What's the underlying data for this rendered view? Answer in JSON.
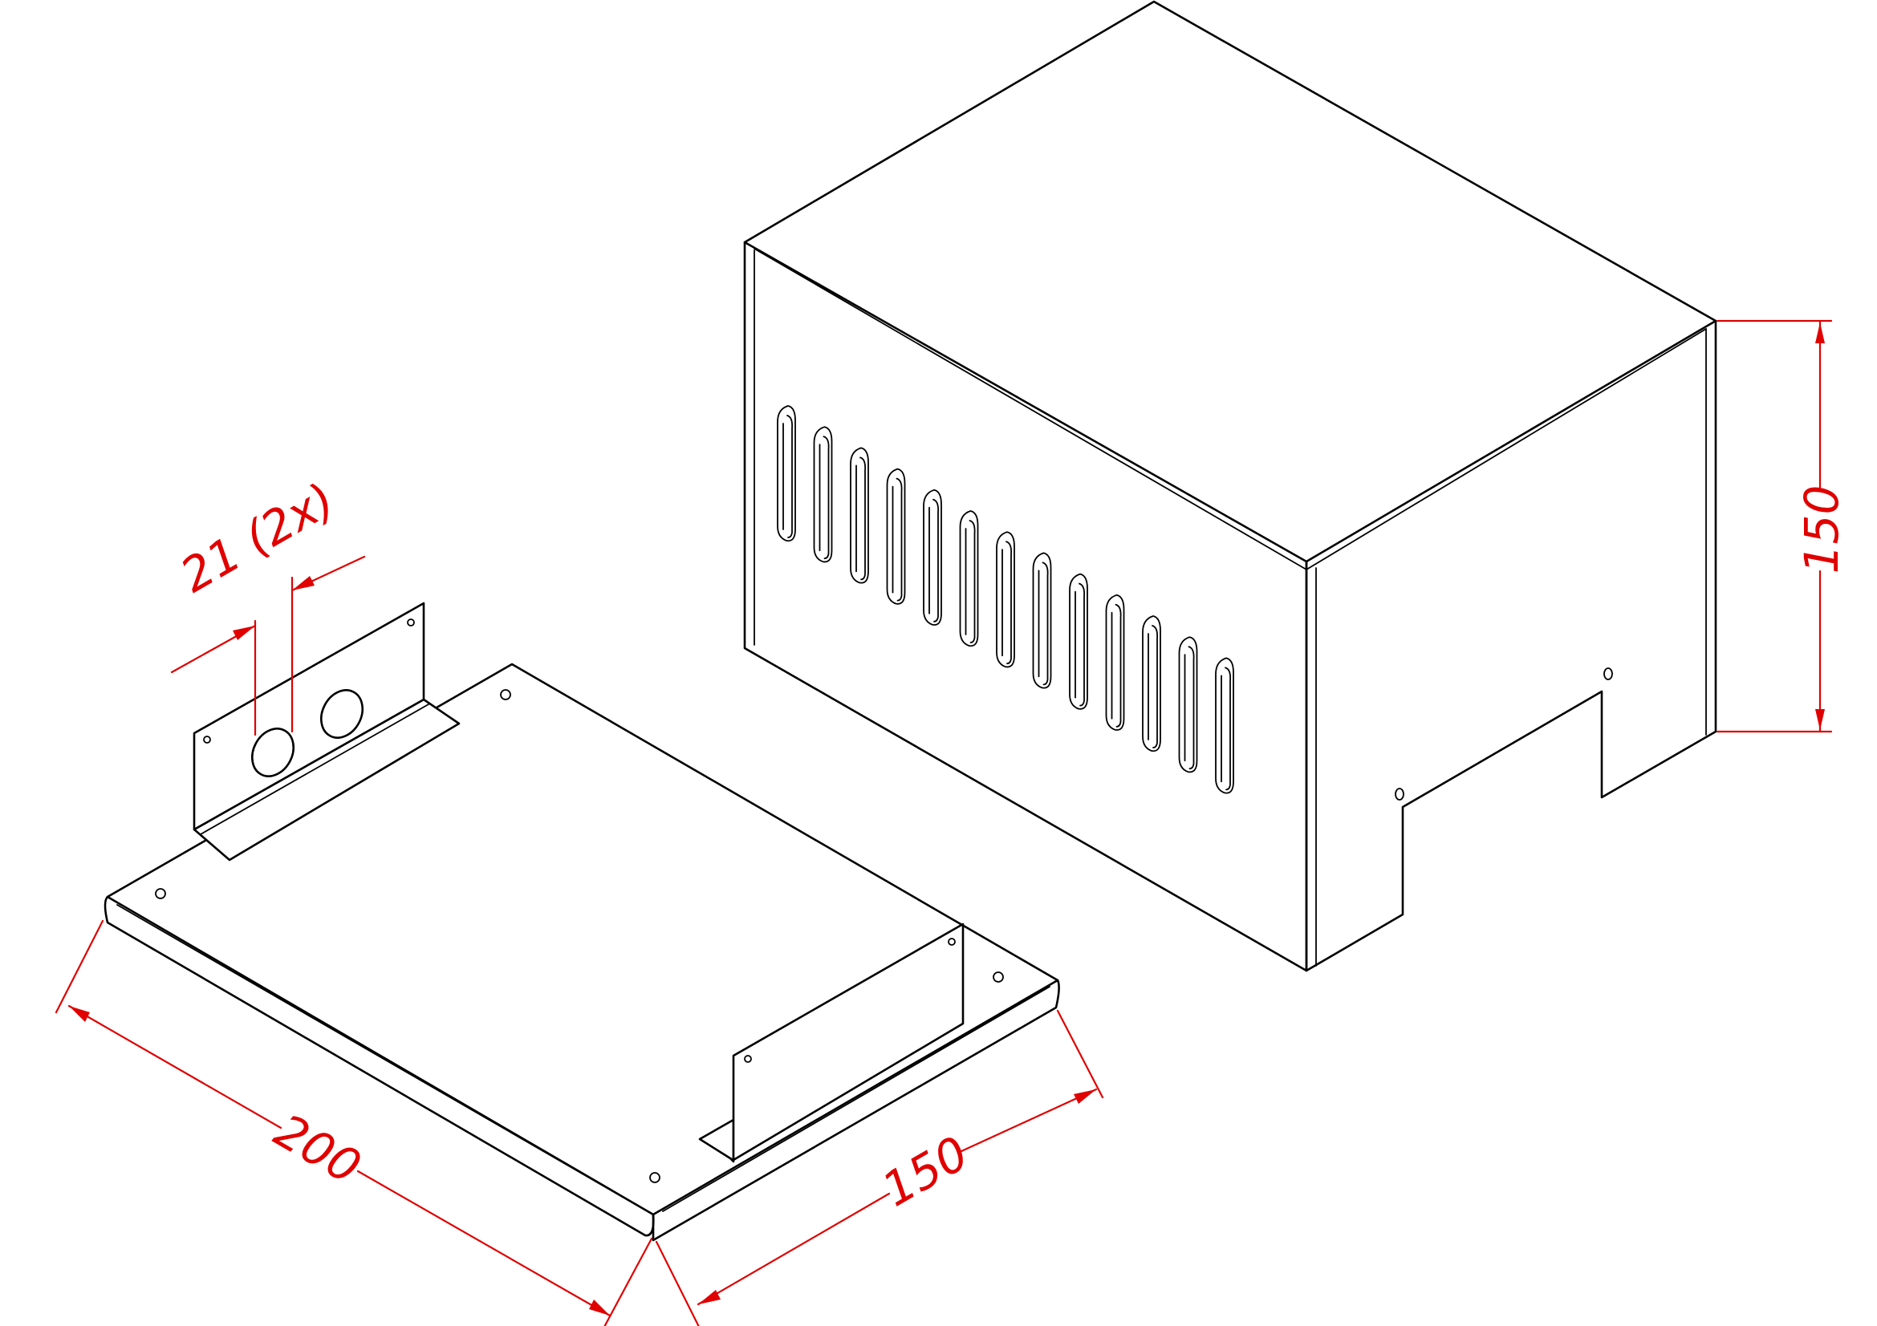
{
  "colors": {
    "outline": "#000000",
    "dimension": "#e00000",
    "background": "#ffffff"
  },
  "dimensions": {
    "base_length": "200",
    "base_width": "150",
    "cover_height": "150",
    "hole_diameter": "21 (2x)"
  }
}
